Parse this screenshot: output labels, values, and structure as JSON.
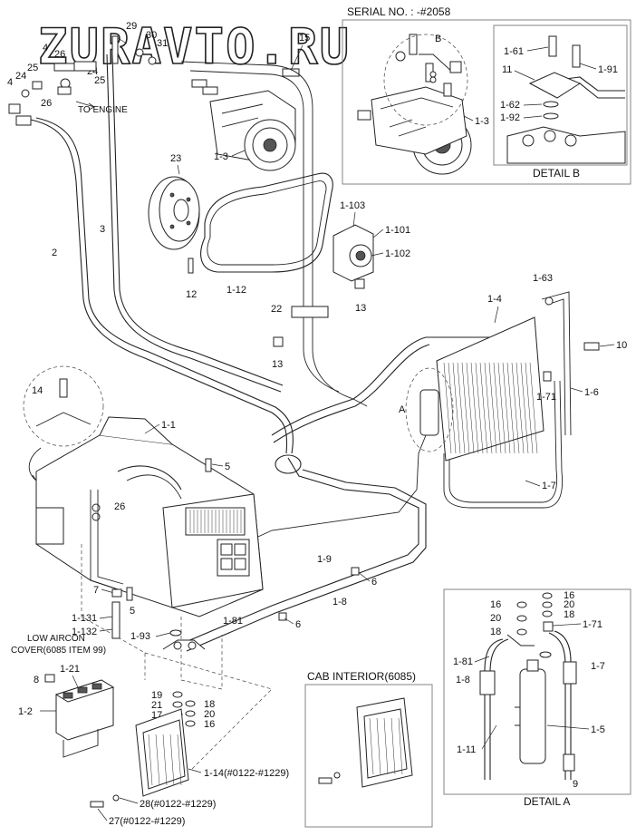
{
  "watermark": "ZURAVTO.RU",
  "serial": "SERIAL NO. : -#2058",
  "to_engine": "TO ENGINE",
  "detail_b": "DETAIL B",
  "detail_a": "DETAIL A",
  "cab_interior": "CAB INTERIOR(6085)",
  "low_aircon_1": "LOW AIRCON",
  "low_aircon_2": "COVER(6085 ITEM 99)",
  "callouts": {
    "c29": "29",
    "c30": "30",
    "c31": "31",
    "c15": "15",
    "c4a": "4",
    "c26a": "26",
    "c25a": "25",
    "c4b": "4",
    "c24a": "24",
    "c26b": "26",
    "c24b": "24",
    "c25b": "25",
    "c13a": "1-3",
    "c23": "23",
    "c3": "3",
    "c2": "2",
    "c12a": "12",
    "c112": "1-12",
    "c1103": "1-103",
    "c1101": "1-101",
    "c1102": "1-102",
    "c13b": "13",
    "c22": "22",
    "c13c": "13",
    "c163": "1-63",
    "c14": "1-4",
    "c10": "10",
    "c171a": "1-71",
    "c16": "1-6",
    "c17a": "1-7",
    "cA": "A",
    "c14b": "14",
    "c11": "1-1",
    "c5a": "5",
    "c26c": "26",
    "c19": "1-9",
    "c6a": "6",
    "c18a": "1-8",
    "c6b": "6",
    "c7": "7",
    "c5b": "5",
    "c1131": "1-131",
    "c1132": "1-132",
    "c181a": "1-81",
    "c193": "1-93",
    "c8": "8",
    "c121": "1-21",
    "c12b": "1-2",
    "c19n": "19",
    "c21": "21",
    "c17n": "17",
    "c18n": "18",
    "c20": "20",
    "c16n": "16",
    "c114": "1-14(#0122-#1229)",
    "c28": "28(#0122-#1229)",
    "c27": "27(#0122-#1229)",
    "cB": "B",
    "c161": "1-61",
    "c11b": "11",
    "c191": "1-91",
    "c13d": "1-3",
    "c162": "1-62",
    "c192": "1-92",
    "d16": "16",
    "d20a": "20",
    "d18": "18",
    "e16": "16",
    "e20": "20",
    "e18": "18",
    "d171": "1-71",
    "d181": "1-81",
    "d17": "1-7",
    "d18b": "1-8",
    "d111": "1-11",
    "d15": "1-5",
    "d9": "9"
  }
}
